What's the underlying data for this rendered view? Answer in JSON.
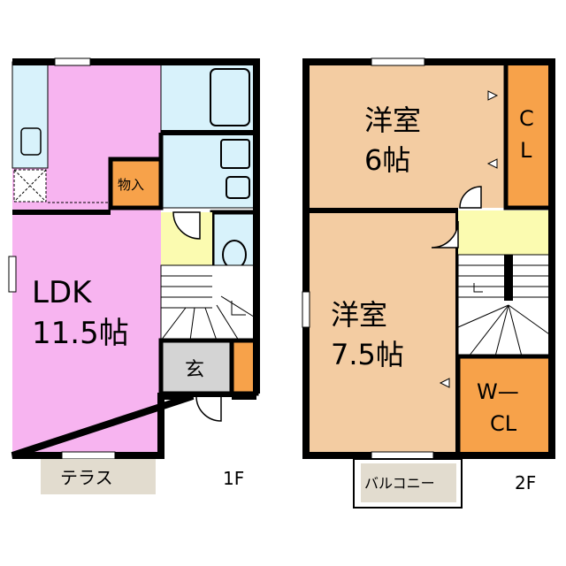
{
  "floors": {
    "first": {
      "label": "1F",
      "rooms": {
        "ldk_name": "LDK",
        "ldk_size": "11.5帖",
        "storage": "物入",
        "entrance": "玄",
        "terrace": "テラス"
      }
    },
    "second": {
      "label": "2F",
      "rooms": {
        "western6_name": "洋室",
        "western6_size": "6帖",
        "western75_name": "洋室",
        "western75_size": "7.5帖",
        "closet_line1": "C",
        "closet_line2": "L",
        "wic_line1": "W—",
        "wic_line2": "CL",
        "balcony": "バルコニー"
      }
    }
  },
  "colors": {
    "ldk": "#f7b4f0",
    "western": "#f3cca2",
    "closet": "#f7a24a",
    "wet_area": "#d8f2fb",
    "hall": "#fbfbb0",
    "stairs": "#ffffff",
    "entrance": "#d4d4d4",
    "terrace": "#e2dccf",
    "wall": "#000000"
  }
}
